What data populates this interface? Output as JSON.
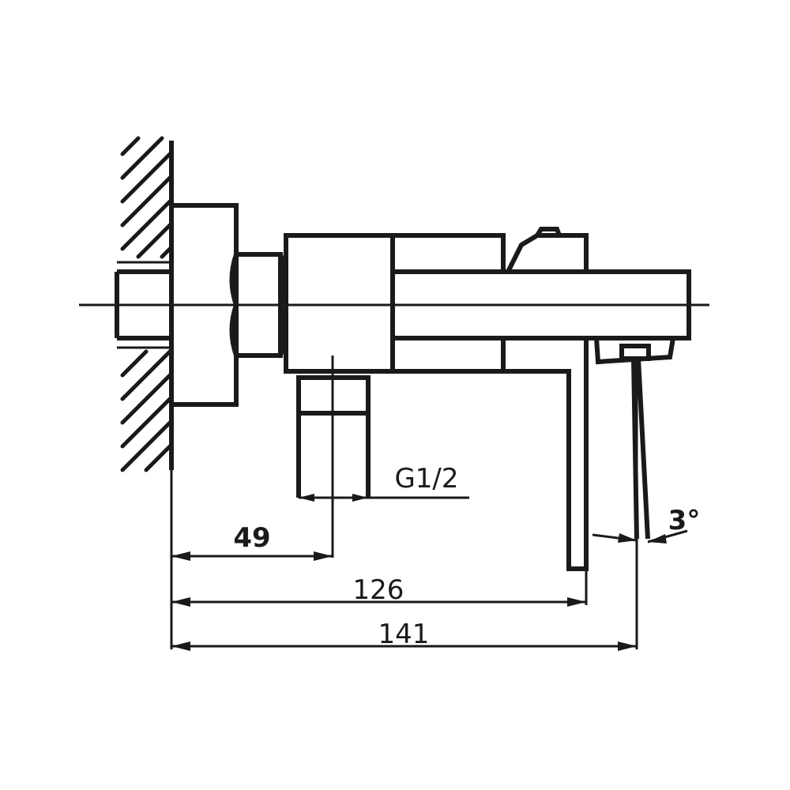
{
  "dimensions": {
    "inlet_offset": "49",
    "spout_length": "126",
    "overall_length": "141",
    "thread_size": "G1/2",
    "lever_angle": "3°"
  }
}
